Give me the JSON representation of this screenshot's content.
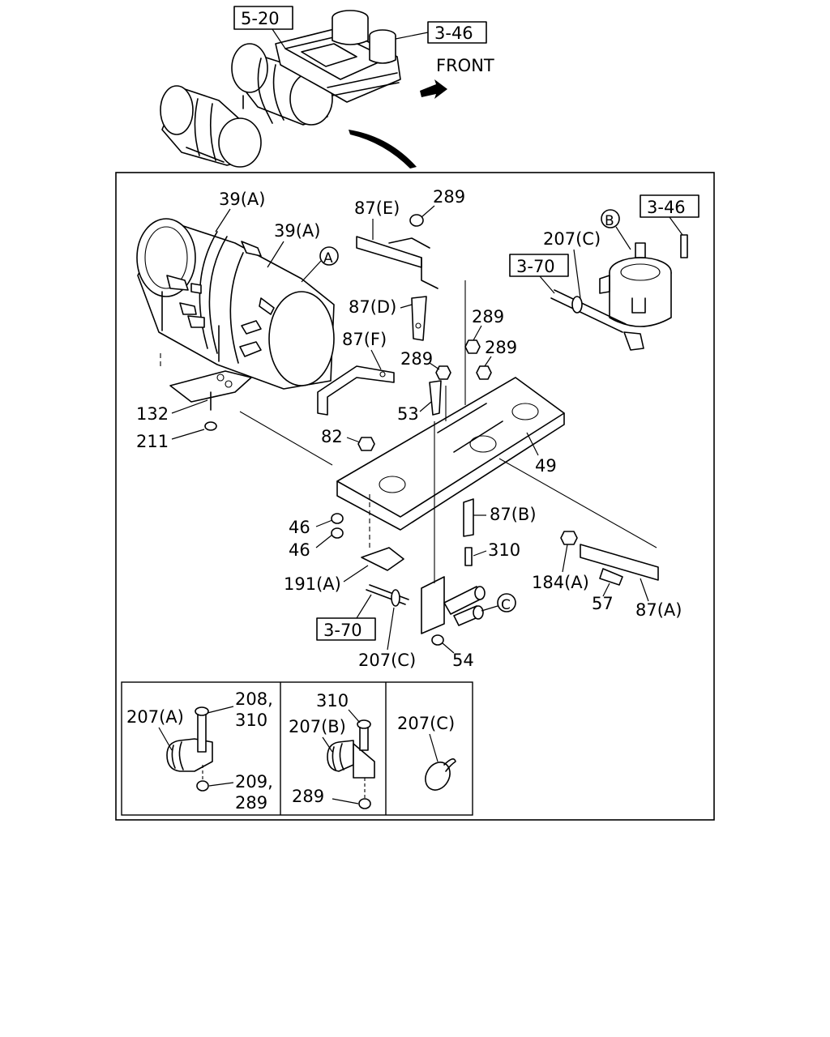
{
  "refs": {
    "ref_5_20": "5-20",
    "ref_3_46_top": "3-46",
    "ref_3_46_right": "3-46",
    "ref_3_70_right": "3-70",
    "ref_3_70_bottom": "3-70"
  },
  "front_label": "FRONT",
  "markers": {
    "a": "A",
    "b": "B",
    "c": "C"
  },
  "callouts": {
    "tank_39a_left": "39(A)",
    "tank_39a_right": "39(A)",
    "bracket_87e": "87(E)",
    "nut_289_top": "289",
    "bracket_87d": "87(D)",
    "bracket_87f": "87(F)",
    "nut_289_mid": "289",
    "nut_289_left": "289",
    "nut_289_right": "289",
    "clip_207c_right": "207(C)",
    "plate_132": "132",
    "washer_211": "211",
    "bolt_53": "53",
    "nut_82": "82",
    "frame_49": "49",
    "nut_46_upper": "46",
    "nut_46_lower": "46",
    "bracket_87b": "87(B)",
    "bolt_310": "310",
    "plate_191a": "191(A)",
    "nut_184a": "184(A)",
    "bolt_57": "57",
    "bracket_87a": "87(A)",
    "clip_207c_bottom": "207(C)",
    "nut_54": "54"
  },
  "detail": {
    "box1": {
      "clamp": "207(A)",
      "bolt_line1": "208,",
      "bolt_line2": "310",
      "nut_line1": "209,",
      "nut_line2": "289"
    },
    "box2": {
      "bolt": "310",
      "clamp": "207(B)",
      "nut": "289"
    },
    "box3": {
      "clip": "207(C)"
    }
  }
}
